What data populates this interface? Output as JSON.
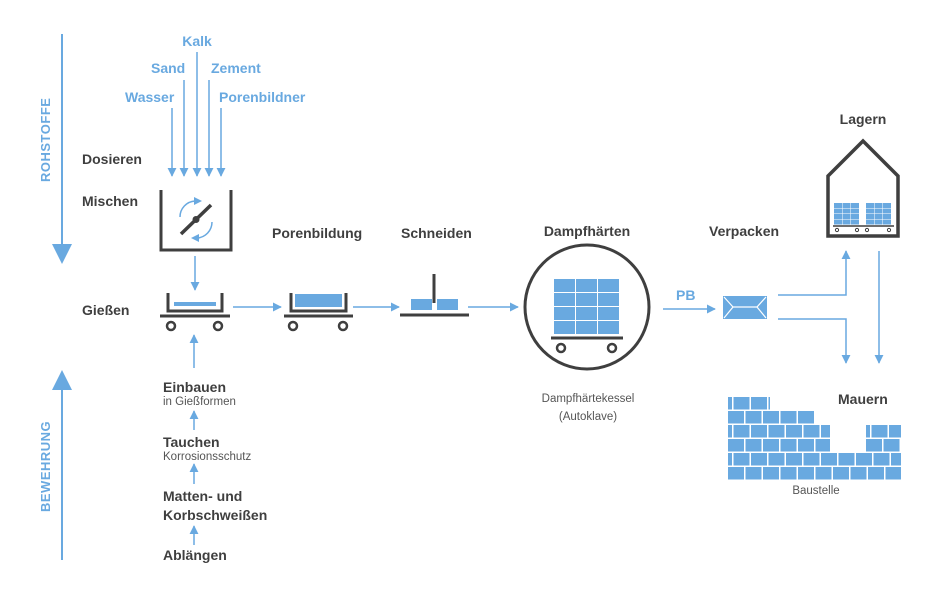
{
  "colors": {
    "accent": "#69a9e0",
    "dark": "#3f3f3f",
    "text_sub": "#555555",
    "background": "#ffffff"
  },
  "sections": {
    "raw_materials": "ROHSTOFFE",
    "reinforcement": "BEWEHRUNG"
  },
  "ingredients": [
    "Kalk",
    "Sand",
    "Zement",
    "Wasser",
    "Porenbildner"
  ],
  "steps": {
    "dosing": "Dosieren",
    "mixing": "Mischen",
    "casting": "Gießen",
    "pore_forming": "Porenbildung",
    "cutting": "Schneiden",
    "steam_curing": "Dampfhärten",
    "packing": "Verpacken",
    "storage": "Lagern",
    "masonry": "Mauern"
  },
  "reinforcement_steps": [
    {
      "title": "Einbauen",
      "subtitle": "in Gießformen"
    },
    {
      "title": "Tauchen",
      "subtitle": "Korrosionsschutz"
    },
    {
      "title_line1": "Matten- und",
      "title_line2": "Korbschweißen"
    },
    {
      "title": "Ablängen"
    }
  ],
  "captions": {
    "autoclave_line1": "Dampfhärtekessel",
    "autoclave_line2": "(Autoklave)",
    "construction_site": "Baustelle",
    "pb_label": "PB"
  },
  "icons": [
    "mixer-icon",
    "casting-cart-icon",
    "pore-forming-cart-icon",
    "cutting-icon",
    "autoclave-icon",
    "package-icon",
    "warehouse-icon",
    "brick-wall-icon"
  ]
}
